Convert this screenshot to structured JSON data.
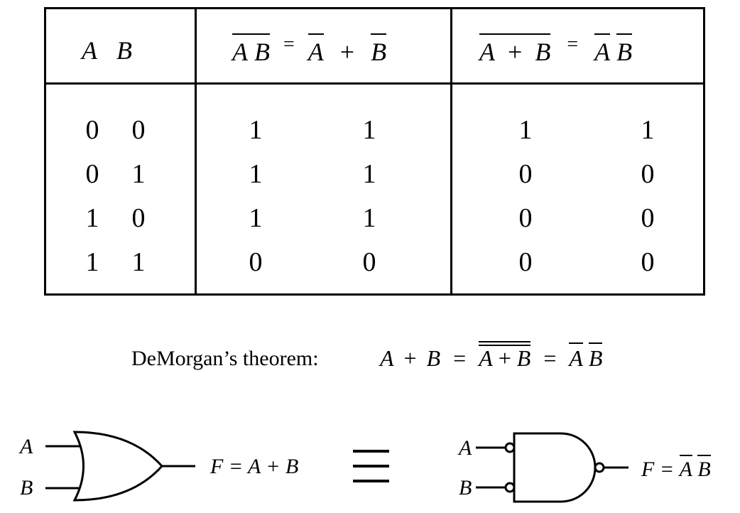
{
  "table": {
    "header": {
      "ab_a": "A",
      "ab_b": "B",
      "col2_left_a": "A",
      "col2_left_b": "B",
      "col2_eq": "=",
      "col2_right_a": "A",
      "col2_plus": "+",
      "col2_right_b": "B",
      "col3_left_a": "A",
      "col3_plus": "+",
      "col3_left_b": "B",
      "col3_eq": "=",
      "col3_right_a": "A",
      "col3_right_b": "B"
    },
    "rows": [
      [
        "0",
        "0",
        "1",
        "1",
        "1",
        "1"
      ],
      [
        "0",
        "1",
        "1",
        "1",
        "0",
        "0"
      ],
      [
        "1",
        "0",
        "1",
        "1",
        "0",
        "0"
      ],
      [
        "1",
        "1",
        "0",
        "0",
        "0",
        "0"
      ]
    ]
  },
  "theorem": {
    "label": "DeMorgan’s theorem:",
    "lhs_a": "A",
    "lhs_plus": "+",
    "lhs_b": "B",
    "eq1": "=",
    "mid_a": "A",
    "mid_plus": "+",
    "mid_b": "B",
    "eq2": "=",
    "rhs_a": "A",
    "rhs_b": "B"
  },
  "gates": {
    "or_input_a": "A",
    "or_input_b": "B",
    "or_output": "F = A + B",
    "equivalence": "≡",
    "nand_input_a": "A",
    "nand_input_b": "B",
    "nand_output_f": "F =",
    "nand_output_a": "A",
    "nand_output_b": "B"
  }
}
